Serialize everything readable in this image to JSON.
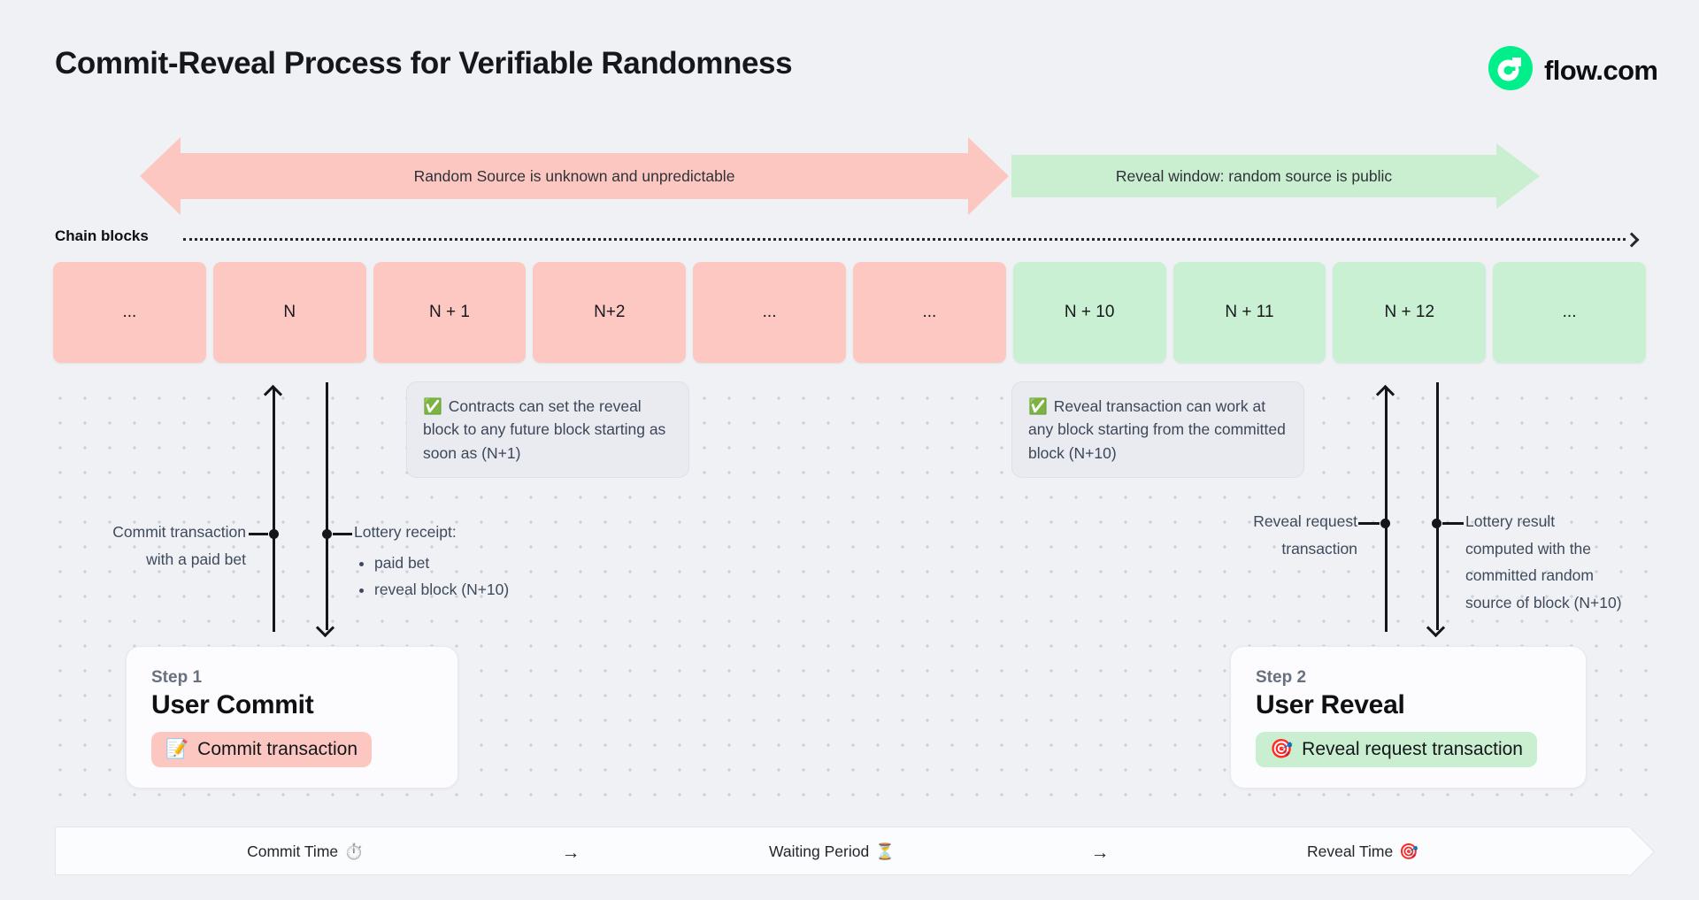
{
  "header": {
    "title": "Commit-Reveal Process for Verifiable Randomness",
    "brand": "flow.com"
  },
  "banners": {
    "pink_label": "Random Source is unknown and unpredictable",
    "green_label": "Reveal window: random source is public"
  },
  "chain": {
    "label": "Chain blocks",
    "blocks": [
      {
        "label": "...",
        "phase": "commit-unknown"
      },
      {
        "label": "N",
        "phase": "commit-unknown"
      },
      {
        "label": "N + 1",
        "phase": "commit-unknown"
      },
      {
        "label": "N+2",
        "phase": "commit-unknown"
      },
      {
        "label": "...",
        "phase": "commit-unknown"
      },
      {
        "label": "...",
        "phase": "commit-unknown"
      },
      {
        "label": "N + 10",
        "phase": "reveal-window"
      },
      {
        "label": "N + 11",
        "phase": "reveal-window"
      },
      {
        "label": "N + 12",
        "phase": "reveal-window"
      },
      {
        "label": "...",
        "phase": "reveal-window"
      }
    ]
  },
  "notes": {
    "commit": {
      "icon": "✅",
      "text": "Contracts can set the reveal block to any future block starting as soon as (N+1)"
    },
    "reveal": {
      "icon": "✅",
      "text": "Reveal transaction can work at any block starting from the committed block (N+10)"
    }
  },
  "annotations": {
    "commit_tx": {
      "line1": "Commit transaction",
      "line2": "with a paid bet"
    },
    "lottery_receipt": {
      "title": "Lottery receipt:",
      "bullets": [
        "paid bet",
        "reveal block (N+10)"
      ]
    },
    "reveal_tx": {
      "line1": "Reveal request",
      "line2": "transaction"
    },
    "lottery_result": {
      "lines": [
        "Lottery result",
        "computed with the",
        "committed random",
        "source of block (N+10)"
      ]
    }
  },
  "steps": {
    "step1": {
      "eyebrow": "Step 1",
      "title": "User Commit",
      "pill_icon": "📝",
      "pill_label": "Commit transaction"
    },
    "step2": {
      "eyebrow": "Step 2",
      "title": "User Reveal",
      "pill_icon": "🎯",
      "pill_label": "Reveal request transaction"
    }
  },
  "timeline": {
    "items": [
      {
        "label": "Commit Time",
        "icon": "⏱️"
      },
      {
        "label": "→",
        "icon": ""
      },
      {
        "label": "Waiting Period",
        "icon": "⏳"
      },
      {
        "label": "→",
        "icon": ""
      },
      {
        "label": "Reveal Time",
        "icon": "🎯"
      }
    ]
  },
  "colors": {
    "pink": "#fcc7c1",
    "green": "#c9efd0",
    "flow_green": "#00ef8b",
    "background": "#f0f1f5",
    "ink": "#141619"
  }
}
